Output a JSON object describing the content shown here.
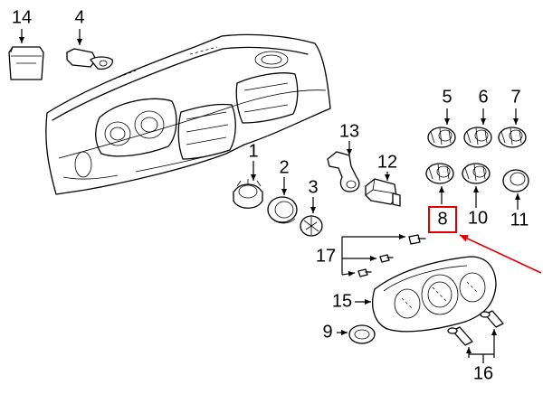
{
  "diagram": {
    "callouts": {
      "p1": "1",
      "p2": "2",
      "p3": "3",
      "p4": "4",
      "p5": "5",
      "p6": "6",
      "p7": "7",
      "p8": "8",
      "p9": "9",
      "p10": "10",
      "p11": "11",
      "p12": "12",
      "p13": "13",
      "p14": "14",
      "p15": "15",
      "p16": "16",
      "p17": "17"
    },
    "highlighted_part": "8",
    "highlight_color": "#e00000",
    "line_color": "#000000",
    "background": "#ffffff"
  }
}
